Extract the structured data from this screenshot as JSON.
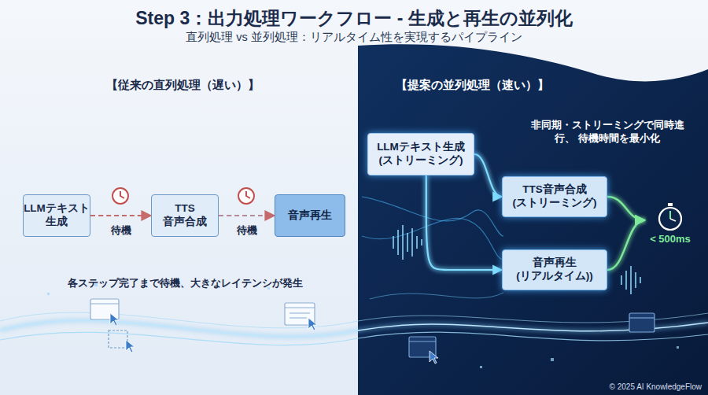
{
  "diagram": {
    "title": "Step 3：出力処理ワークフロー - 生成と再生の並列化",
    "nodes": [
      {
        "text": [
          "LLMテキスト 生成"
        ]
      },
      {
        "text": [
          "TTS 音声合成"
        ]
      },
      {
        "text": [
          "音声再生"
        ]
      },
      {
        "text": [
          "LLMテキスト生成 (ストリーミング)"
        ]
      },
      {
        "text": [
          "TTS音声合成 (ストリーミング)"
        ]
      },
      {
        "text": [
          "音声再生 (リアルタイム))"
        ]
      },
      {
        "text": [
          "< 500ms"
        ]
      }
    ],
    "edges": [
      {
        "from": 0,
        "to": 1,
        "arrow": "to",
        "label": "待機"
      },
      {
        "from": 1,
        "to": 2,
        "arrow": "to",
        "label": "待機"
      },
      {
        "from": 3,
        "to": 4,
        "arrow": "to"
      },
      {
        "from": 3,
        "to": 5,
        "arrow": "to"
      },
      {
        "from": 4,
        "to": 6,
        "arrow": "to"
      },
      {
        "from": 5,
        "to": 6,
        "arrow": "to"
      }
    ],
    "labels": [
      "直列処理 vs 並列処理：リアルタイム性を実現するパイプライン",
      "【従来の直列処理（遅い）】",
      "【提案の並列処理（速い）】",
      "各ステップ完了まで待機、大きなレイテンシが発生",
      "非同期・ストリーミングで同時進行、 待機時間を最小化",
      "© 2025 AI KnowledgeFlow"
    ]
  }
}
